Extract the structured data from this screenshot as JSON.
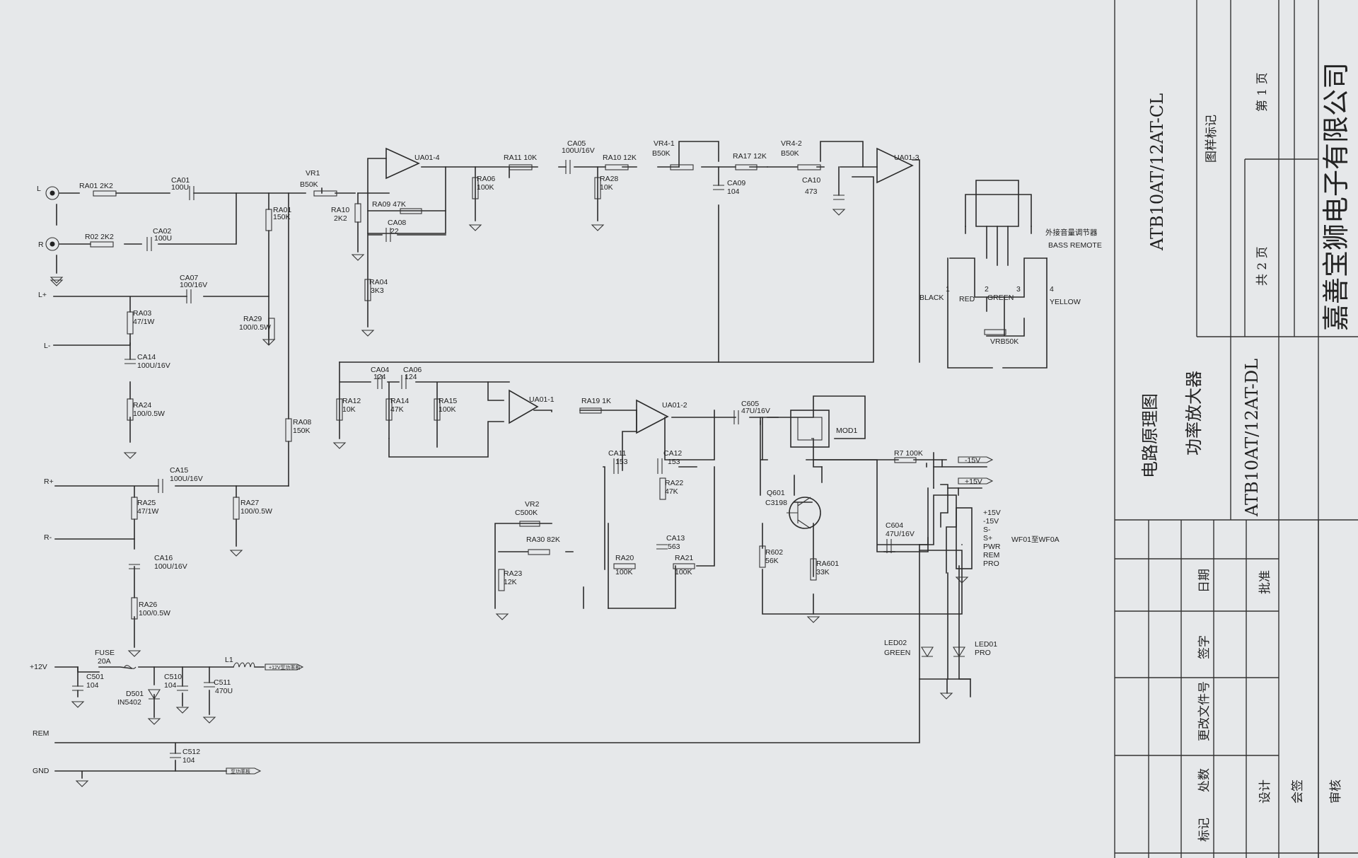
{
  "labels": {
    "in_L": "L",
    "in_R": "R",
    "in_Lp": "L+",
    "in_Lm": "L-",
    "in_Rp": "R+",
    "in_Rm": "R-",
    "p12v": "+12V",
    "rem": "REM",
    "gnd": "GND",
    "ra01": "RA01  2K2",
    "r02": "R02  2K2",
    "ca01a": "CA01",
    "ca01b": "100U",
    "ca02a": "CA02",
    "ca02b": "100U",
    "vr1a": "VR1",
    "vr1b": "B50K",
    "ra01v": "RA01",
    "ra01vb": "150K",
    "ra10a": "RA10",
    "ra10b": "2K2",
    "ra09": "RA09  47K",
    "ca08a": "CA08",
    "ca08b": "22",
    "ra04a": "RA04",
    "ra04b": "3K3",
    "ca07a": "CA07",
    "ca07b": "100/16V",
    "ra29a": "RA29",
    "ra29b": "100/0.5W",
    "ra03a": "RA03",
    "ra03b": "47/1W",
    "ca14a": "CA14",
    "ca14b": "100U/16V",
    "ra24a": "RA24",
    "ra24b": "100/0.5W",
    "ra08a": "RA08",
    "ra08b": "150K",
    "ca15a": "CA15",
    "ca15b": "100U/16V",
    "ra25a": "RA25",
    "ra25b": "47/1W",
    "ra27a": "RA27",
    "ra27b": "100/0.5W",
    "ca16a": "CA16",
    "ca16b": "100U/16V",
    "ra26a": "RA26",
    "ra26b": "100/0.5W",
    "ua01_4": "UA01-4",
    "ua01_3": "UA01-3",
    "ua01_1": "UA01-1",
    "ua01_2": "UA01-2",
    "ra06a": "RA06",
    "ra06b": "100K",
    "ra11": "RA11  10K",
    "ca05a": "CA05",
    "ca05b": "100U/16V",
    "ra10r": "RA10   12K",
    "ra28a": "RA28",
    "ra28b": "10K",
    "vr41a": "VR4-1",
    "vr41b": "B50K",
    "ca09a": "CA09",
    "ca09b": "104",
    "ra17": "RA17  12K",
    "vr42a": "VR4-2",
    "vr42b": "B50K",
    "ca10a": "CA10",
    "ca10b": "473",
    "ext_cn": "外接音量调节器",
    "ext_en": "BASS REMOTE",
    "black": "BLACK",
    "red": "RED",
    "green": "GREEN",
    "yellow": "YELLOW",
    "pin1": "1",
    "pin2": "2",
    "pin3": "3",
    "pin4": "4",
    "vrb": "VRB50K",
    "ca04a": "CA04",
    "ca04b": "124",
    "ca06a": "CA06",
    "ca06b": "124",
    "ra12a": "RA12",
    "ra12b": "10K",
    "ra14a": "RA14",
    "ra14b": "47K",
    "ra15a": "RA15",
    "ra15b": "100K",
    "ra19": "RA19  1K",
    "c605a": "C605",
    "c605b": "47U/16V",
    "mod1": "MOD1",
    "ca11a": "CA11",
    "ca11b": "153",
    "ca12a": "CA12",
    "ca12b": "153",
    "ra22a": "RA22",
    "ra22b": "47K",
    "ca13a": "CA13",
    "ca13b": "563",
    "ra20a": "RA20",
    "ra20b": "100K",
    "ra21a": "RA21",
    "ra21b": "100K",
    "vr2a": "VR2",
    "vr2b": "C500K",
    "ra30": "RA30  82K",
    "ra23a": "RA23",
    "ra23b": "12K",
    "r7": "R7  100K",
    "m15": "-15V",
    "p15": "+15V",
    "q601a": "Q601",
    "q601b": "C3198",
    "c604a": "C604",
    "c604b": "47U/16V",
    "r602a": "R602",
    "r602b": "56K",
    "ra601a": "RA601",
    "ra601b": "33K",
    "wf_pins": [
      "+15V",
      "-15V",
      "S-",
      "S+",
      "PWR",
      "REM",
      "PRO"
    ],
    "wf": "WF01至WF0A",
    "led02a": "LED02",
    "led02b": "GREEN",
    "led01a": "LED01",
    "led01b": "PRO",
    "fusea": "FUSE",
    "fuseb": "20A",
    "c501a": "C501",
    "c501b": "104",
    "d501a": "D501",
    "d501b": "IN5402",
    "c510a": "C510",
    "c510b": "104",
    "c511a": "C511",
    "c511b": "470U",
    "l1": "L1",
    "p12_out": "+12V至功率板",
    "c512a": "C512",
    "c512b": "104",
    "gnd_out": "至功率板"
  },
  "title_block": {
    "model_cl": "ATB10AT/12AT-CL",
    "model_dl": "ATB10AT/12AT-DL",
    "drawing_mark": "图样标记",
    "total_pages": "共  2  页",
    "page_no": "第  1  页",
    "company": "嘉善宝狮电子有限公司",
    "doc_type": "电路原理图",
    "product": "功率放大器",
    "rev_headers": [
      "标记",
      "处数",
      "更改文件号",
      "签字",
      "日期"
    ],
    "roles": {
      "design": "设计",
      "countersign": "会签",
      "review": "审核",
      "approve": "批准"
    }
  }
}
